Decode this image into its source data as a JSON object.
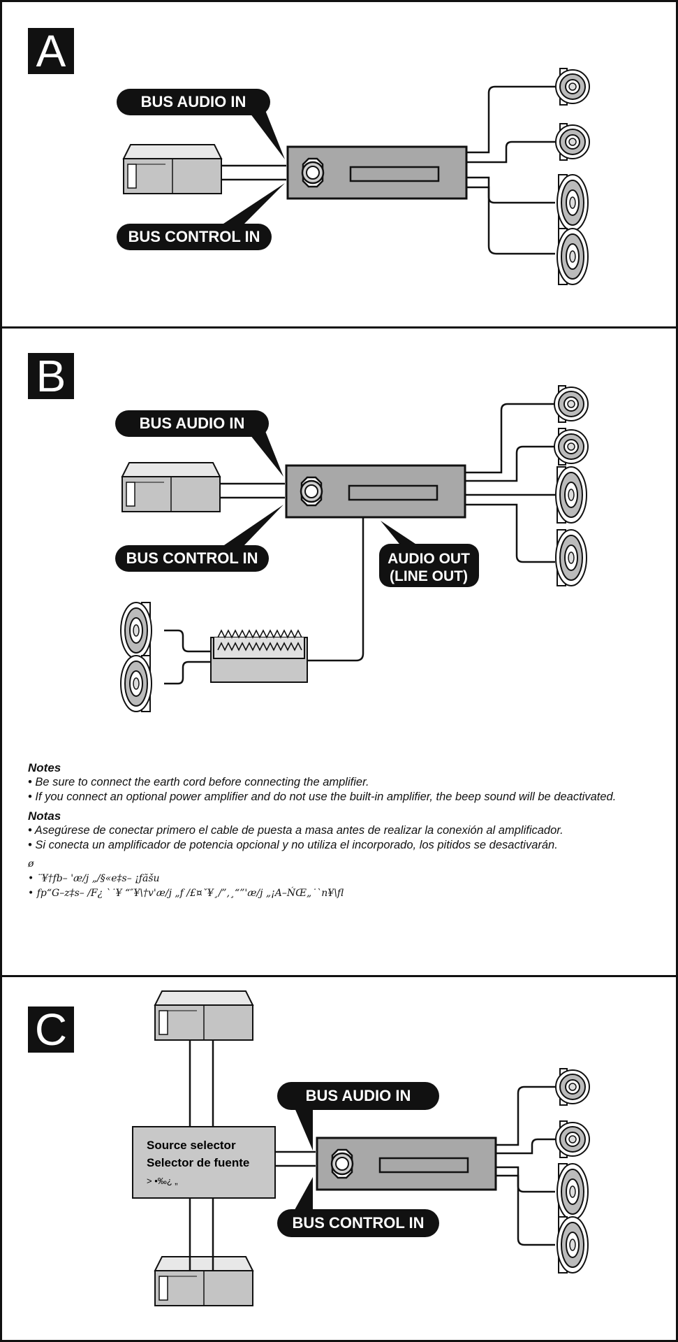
{
  "panels": {
    "a": {
      "letter": "A",
      "labels": {
        "bus_audio_in": "BUS AUDIO IN",
        "bus_control_in": "BUS CONTROL IN"
      }
    },
    "b": {
      "letter": "B",
      "labels": {
        "bus_audio_in": "BUS AUDIO IN",
        "bus_control_in": "BUS CONTROL IN",
        "audio_out_1": "AUDIO OUT",
        "audio_out_2": "(LINE OUT)"
      }
    },
    "c": {
      "letter": "C",
      "labels": {
        "bus_audio_in": "BUS AUDIO IN",
        "bus_control_in": "BUS CONTROL IN",
        "source_selector": "Source selector",
        "selector_de_fuente": "Selector de fuente",
        "selector_garbled": ">  •‰¿        „"
      }
    }
  },
  "notes": {
    "heading_en": "Notes",
    "en": [
      "• Be sure to connect the earth cord before connecting the amplifier.",
      "• If you connect an optional power amplifier and do not use the built-in amplifier, the beep sound will be deactivated."
    ],
    "heading_es": "Notas",
    "es": [
      "• Asegúrese de conectar primero el cable de puesta a masa antes de realizar la conexión al amplificador.",
      "• Si conecta un amplificador de potencia opcional y no utiliza el incorporado, los pitidos se desactivarán."
    ],
    "garbled_heading": "ø",
    "garbled": [
      "•  ¨¥†fb– 'æ/j „/§«e‡s– ¡ƒãšu",
      "• fp“G–z‡s– /F¿ `˙¥ “″¥\\†v'æ/j „f /£¤ˇ¥¸/”,¸“”'æ/j „¡A–ŃŒ„˙`n¥\\ﬂ"
    ]
  },
  "colors": {
    "unit_fill": "#a8a8a8",
    "label_bg": "#111111",
    "label_text": "#ffffff",
    "line": "#111111"
  }
}
